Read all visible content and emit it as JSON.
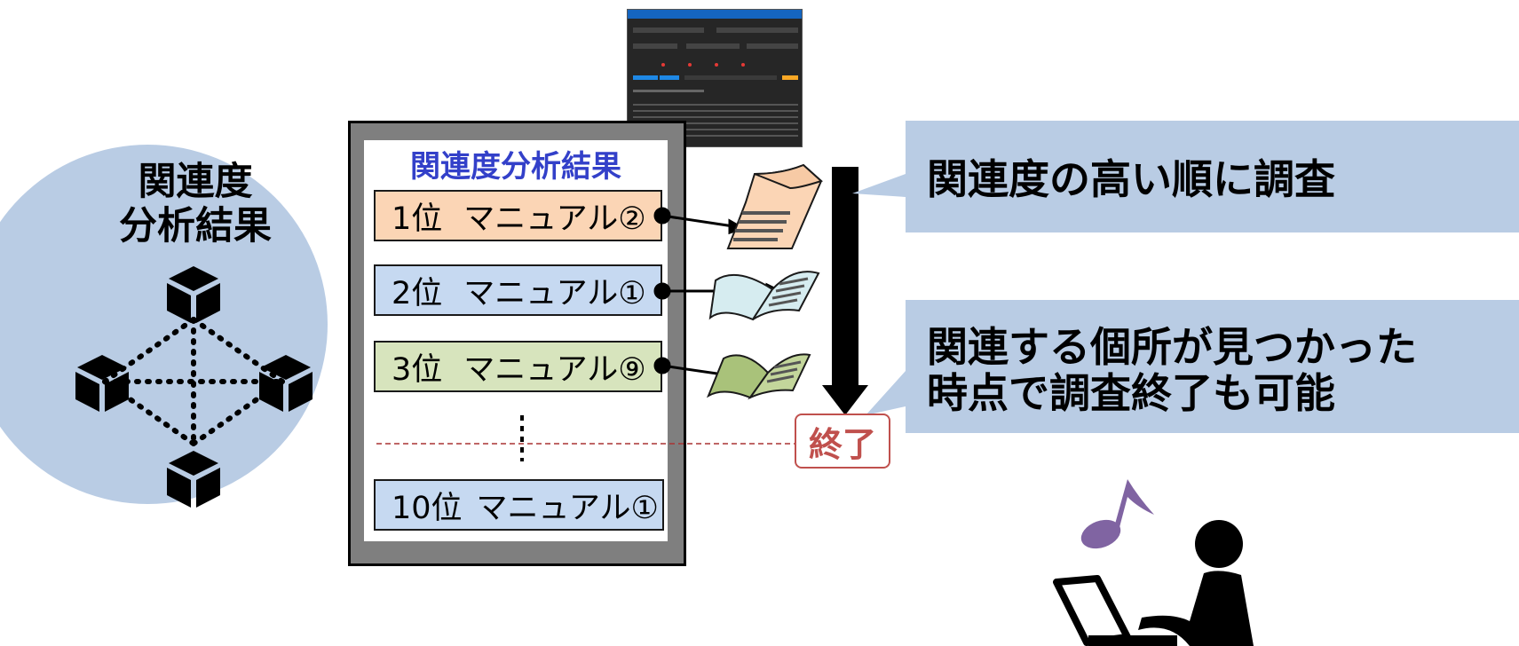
{
  "circle": {
    "title": "関連度\n分析結果",
    "icon": "cube-network-icon"
  },
  "panel": {
    "title": "関連度分析結果",
    "ranks": [
      {
        "position": "1位",
        "manual": "マニュアル②",
        "color": "#fbd5b5"
      },
      {
        "position": "2位",
        "manual": "マニュアル①",
        "color": "#c6d9f1"
      },
      {
        "position": "3位",
        "manual": "マニュアル⑨",
        "color": "#d7e4bd"
      },
      {
        "position": "10位",
        "manual": "マニュアル①",
        "color": "#c6d9f1"
      }
    ],
    "ellipsis": "⋮"
  },
  "callouts": {
    "first": "関連度の高い順に調査",
    "second": "関連する個所が見つかった\n時点で調査終了も可能"
  },
  "end_label": "終了",
  "colors": {
    "circle": "#b9cce4",
    "callout": "#b9cce4",
    "panel_title": "#3340c9",
    "end": "#c0504d",
    "note": "#8064a2"
  },
  "icons": [
    "cube-network-icon",
    "book-icon",
    "music-note-icon",
    "person-laptop-icon",
    "app-screenshot"
  ]
}
